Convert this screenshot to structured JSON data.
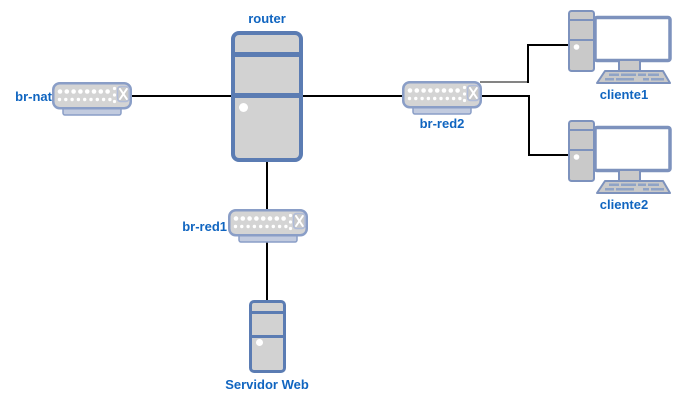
{
  "diagram": {
    "type": "network-topology",
    "nodes": {
      "router": {
        "label": "router",
        "kind": "router-tower"
      },
      "br_nat": {
        "label": "br-nat",
        "kind": "switch"
      },
      "br_red1": {
        "label": "br-red1",
        "kind": "switch"
      },
      "br_red2": {
        "label": "br-red2",
        "kind": "switch"
      },
      "servidor": {
        "label": "Servidor Web",
        "kind": "server-tower"
      },
      "cliente1": {
        "label": "cliente1",
        "kind": "desktop-pc"
      },
      "cliente2": {
        "label": "cliente2",
        "kind": "desktop-pc"
      }
    },
    "edges": [
      {
        "from": "br-nat",
        "to": "router"
      },
      {
        "from": "router",
        "to": "br-red2"
      },
      {
        "from": "br-red2",
        "to": "cliente1"
      },
      {
        "from": "br-red2",
        "to": "cliente2"
      },
      {
        "from": "router",
        "to": "br-red1"
      },
      {
        "from": "br-red1",
        "to": "Servidor Web"
      }
    ],
    "colors": {
      "label_text": "#1065c0",
      "tower_border": "#5b7cb3",
      "switch_border": "#8a9ec7",
      "pc_border": "#7d92bd",
      "device_fill": "#d2d2d2",
      "connection_line": "#000000"
    }
  }
}
